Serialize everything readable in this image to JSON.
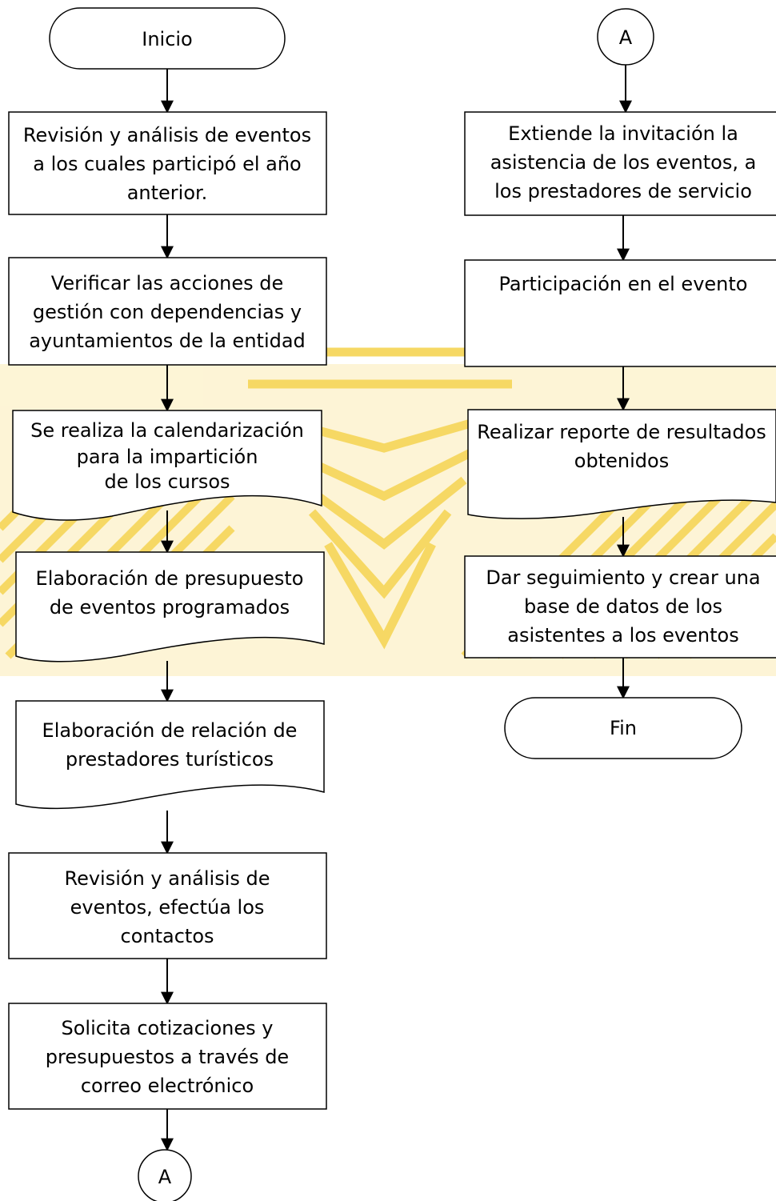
{
  "diagram": {
    "start": {
      "label": "Inicio"
    },
    "end": {
      "label": "Fin"
    },
    "connector_left": {
      "label": "A"
    },
    "connector_right": {
      "label": "A"
    },
    "left_steps": [
      {
        "lines": [
          "Revisión y análisis de eventos",
          "a los cuales participó el año",
          "anterior."
        ]
      },
      {
        "lines": [
          "Verificar las acciones de",
          "gestión con dependencias y",
          "ayuntamientos de la entidad"
        ]
      },
      {
        "lines": [
          "Se realiza la calendarización",
          "para la impartición",
          "de los cursos"
        ]
      },
      {
        "lines": [
          "Elaboración de presupuesto",
          "de eventos programados"
        ]
      },
      {
        "lines": [
          "Elaboración de relación de",
          "prestadores turísticos"
        ]
      },
      {
        "lines": [
          "Revisión y análisis de",
          "eventos, efectúa los",
          "contactos"
        ]
      },
      {
        "lines": [
          "Solicita cotizaciones y",
          "presupuestos a través de",
          "correo electrónico"
        ]
      }
    ],
    "right_steps": [
      {
        "lines": [
          "Extiende la invitación la",
          "asistencia de los eventos, a",
          "los prestadores de servicio"
        ]
      },
      {
        "lines": [
          "Participación en el evento"
        ]
      },
      {
        "lines": [
          "Realizar reporte de resultados",
          "obtenidos"
        ]
      },
      {
        "lines": [
          "Dar seguimiento y crear una",
          "base de datos de los",
          "asistentes a los eventos"
        ]
      }
    ],
    "colors": {
      "stroke": "#000000",
      "fill": "#ffffff",
      "text": "#000000",
      "watermark": "#f5d24a",
      "watermark_light": "#fbe9a8"
    }
  }
}
